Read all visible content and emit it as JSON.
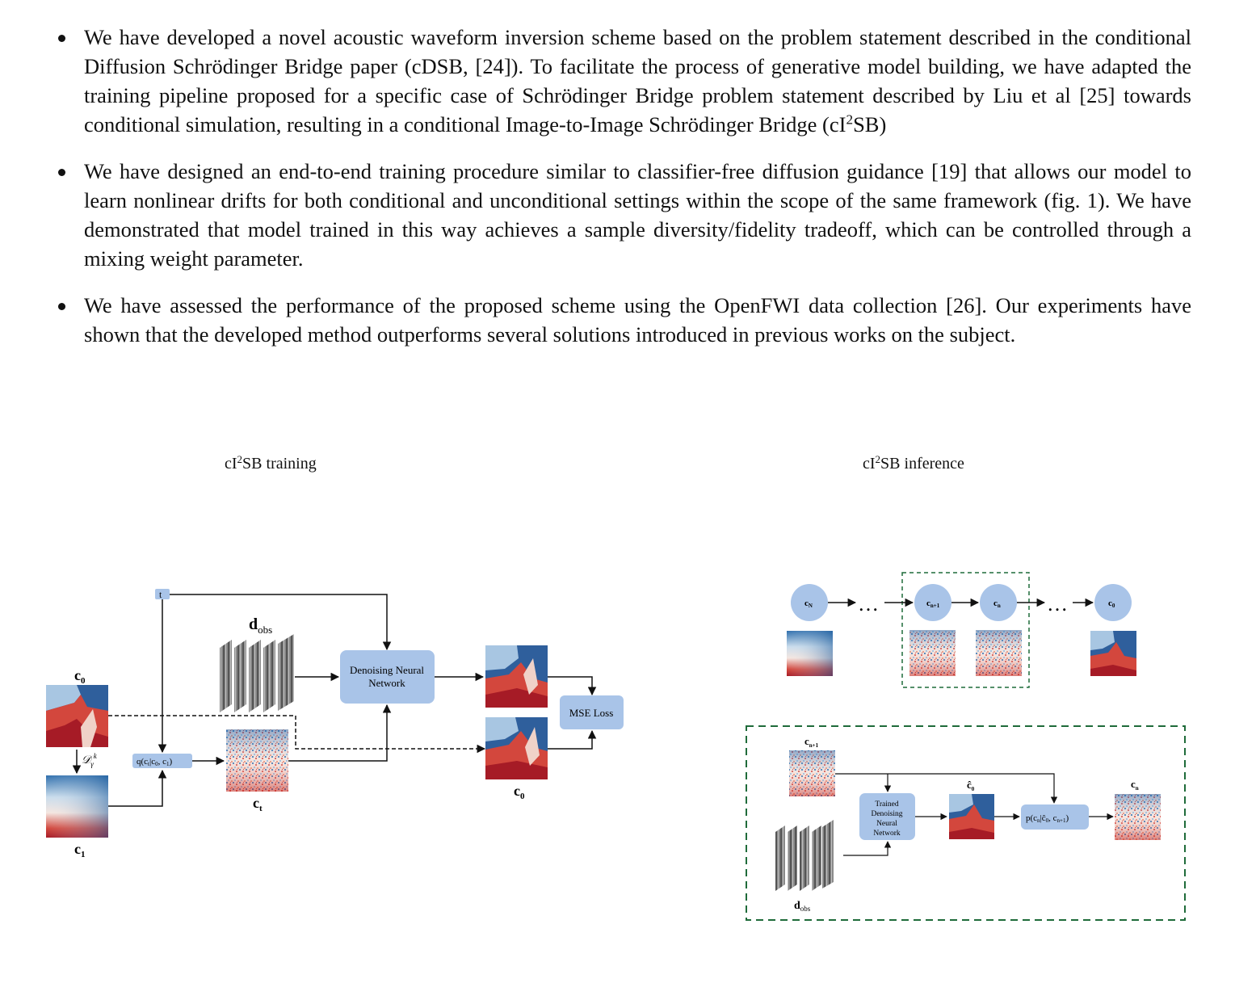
{
  "bullets": [
    {
      "pre": "We have developed a novel acoustic waveform inversion scheme based on the problem statement described in the conditional Diffusion Schrödinger Bridge paper (cDSB, [24]). To facilitate the process of generative model building, we have adapted the training pipeline proposed for a specific case of Schrödinger Bridge problem statement described by Liu et al [25] towards conditional simulation, resulting in a conditional Image-to-Image Schrödinger Bridge (cI",
      "sup": "2",
      "post": "SB)"
    },
    {
      "text": "We have designed an end-to-end training procedure similar to classifier-free diffusion guidance [19] that allows our model to learn nonlinear drifts for both conditional and unconditional settings within the scope of the same framework (fig. 1). We have demonstrated that model trained in this way achieves a sample diversity/fidelity tradeoff, which can be controlled through a mixing weight parameter."
    },
    {
      "text": "We have assessed the performance of the proposed scheme using the OpenFWI data collection [26]. Our experiments have shown that the developed method outperforms several solutions introduced in previous works on the subject."
    }
  ],
  "figure": {
    "training_title": {
      "pre": "cI",
      "sup": "2",
      "post": "SB training"
    },
    "inference_title": {
      "pre": "cI",
      "sup": "2",
      "post": "SB inference"
    },
    "training": {
      "t_label": "t",
      "d_obs_label": "d",
      "d_obs_sub": "obs",
      "denoise_line1": "Denoising Neural",
      "denoise_line2": "Network",
      "mse_label": "MSE Loss",
      "c0_label": "c",
      "c0_sub": "0",
      "c1_label": "c",
      "c1_sub": "1",
      "ct_label": "c",
      "ct_sub": "t",
      "d_gamma_label": "𝒟",
      "d_gamma_sub": "γ",
      "d_gamma_sup": "k",
      "q_label": "q(c",
      "q_rest": "|c",
      "q_rest2": ", c",
      "q_end": ")"
    },
    "inference": {
      "nodes": [
        "c",
        "c",
        "c",
        "c"
      ],
      "node_subs": [
        "N",
        "n+1",
        "n",
        "0"
      ],
      "dots": "…",
      "cn1_label": "c",
      "cn1_sub": "n+1",
      "trained_lines": [
        "Trained",
        "Denoising",
        "Neural",
        "Network"
      ],
      "c0hat_label": "ĉ",
      "c0hat_sub": "0",
      "p_label": "p(c",
      "p_mid": "|ĉ",
      "p_mid2": ", c",
      "p_end": ")",
      "cn_label": "c",
      "cn_sub": "n",
      "dobs_label": "d",
      "dobs_sub": "obs"
    }
  },
  "colors": {
    "box_fill": "#a9c4e8",
    "box_stroke": "#8fb0dc",
    "dashed_green": "#1f6b3a",
    "velocity_red": "#b5202a",
    "velocity_blue": "#2f6fad"
  }
}
